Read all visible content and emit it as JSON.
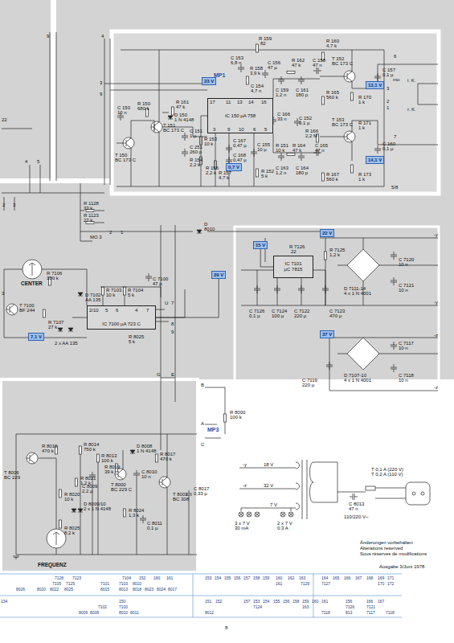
{
  "diagram": {
    "nodes": [
      {
        "text": [
          "23 V"
        ]
      },
      {
        "text": [
          "IC 150 µA 758"
        ]
      },
      {
        "text": [
          "13,1 V"
        ]
      },
      {
        "text": [
          "0,7 V"
        ]
      },
      {
        "text": [
          "14,1 V"
        ]
      },
      {
        "text": [
          "15 V"
        ]
      },
      {
        "text": [
          "22 V"
        ]
      },
      {
        "text": [
          "IC 7101",
          "µC 7815"
        ]
      },
      {
        "text": [
          "29 V"
        ]
      },
      {
        "text": [
          "IC 7100 µA 723 C"
        ]
      },
      {
        "text": [
          "7,1 V"
        ]
      },
      {
        "text": [
          "37 V"
        ]
      }
    ],
    "edges": [
      {
        "from": 5,
        "to": 7,
        "arrow": "none"
      },
      {
        "from": 8,
        "to": 9,
        "arrow": "none"
      }
    ],
    "labels": [
      "9",
      "4",
      "3",
      "9",
      "22",
      "4",
      "5",
      "2",
      "3",
      "6",
      "mo",
      "3",
      "2",
      "1",
      "7",
      "l. K.",
      "r. K.",
      "5/8",
      "R 159",
      "82",
      "R 160",
      "4,7 k",
      "C 153",
      "6,8 n",
      "R 158",
      "3,9 k",
      "C 156",
      "47 µ",
      "R 162",
      "47 k",
      "C 158",
      "47 n",
      "T 152",
      "BC 173 C",
      "C 157",
      "0,1 µ",
      "C 154",
      "4,7 n",
      "C 159",
      "1,2 n",
      "C 161",
      "180 p",
      "R 165",
      "560 k",
      "R 170",
      "1 k",
      "R 150",
      "680 k",
      "R 161",
      "47 k",
      "C 150",
      "10 n",
      "D 150",
      "1 N 4148",
      "T 151",
      "BC 173 C",
      "T 150",
      "BC 173 C",
      "C 151",
      "1 µ",
      "C 251",
      "260 p",
      "R 153",
      "10 k",
      "R 154",
      "2,2 k",
      "C 167",
      "0,47 µ",
      "R 156",
      "2,2 k",
      "C 168",
      "0,47 µ",
      "R 157",
      "4,7 k",
      "C 155",
      "10 µ",
      "R 152",
      "5 k",
      "R 151",
      "10 k",
      "R 164",
      "47 k",
      "C 165",
      "47 n",
      "C 163",
      "1,2 n",
      "C 164",
      "180 p",
      "R 166",
      "2,2 M",
      "T 153",
      "BC 173 C",
      "R 171",
      "1 k",
      "C 160",
      "0,1 µ",
      "R 167",
      "560 k",
      "R 173",
      "1 k",
      "C 166",
      "33 n",
      "C 152",
      "0,1 µ",
      "MP1",
      "17",
      "11",
      "13",
      "14",
      "16",
      "3",
      "9",
      "10",
      "6",
      "5",
      "R 1128",
      "33 k",
      "R 1123",
      "27 k",
      "MO 3",
      "2",
      "1",
      "D",
      "8010",
      "R 7126",
      "22",
      "C 7126",
      "0,1 µ",
      "C 7124",
      "100 µ",
      "C 7122",
      "220 µ",
      "R 7125",
      "1,2 k",
      "C 7123",
      "470 µ",
      "D 7111-14",
      "4 x 1 N 4001",
      "C 7120",
      "10 n",
      "C 7121",
      "10 n",
      "-y",
      "-y",
      "D 7107-10",
      "4 x 1 N 4001",
      "C 7117",
      "10 n",
      "C 7118",
      "10 n",
      "C 7119",
      "220 µ",
      "-z",
      "-z",
      "CENTER",
      "R 7106",
      "100 k",
      "D 7102",
      "AA 135",
      "R 7103",
      "10 k",
      "R 7104",
      "5 k",
      "C 7100",
      "47 p",
      "2/10",
      "5",
      "6",
      "4",
      "7",
      "U",
      "7",
      "8",
      "9",
      "R 8025",
      "5 k",
      "T 7100",
      "BF 244",
      "R 7107",
      "27 k",
      "2 x AA 135",
      "3",
      "G",
      "E",
      "B",
      "A",
      "MP3",
      "C",
      "R 8000",
      "100 k",
      "R 8010",
      "470 k",
      "R 8014",
      "750 k",
      "R 8013",
      "100 k",
      "D 8008",
      "1 N 4148",
      "R 8019",
      "39 k",
      "C 8010",
      "10 n",
      "R 8017",
      "470 k",
      "C 8009",
      "2,2 µ",
      "T 8000",
      "BC 229 C",
      "T 8001",
      "BC 308",
      "C 8017",
      "0,33 µ",
      "R 8024",
      "1,3 k",
      "C 8011",
      "0,1 µ",
      "T 8006",
      "BC 229",
      "R 8020",
      "10 k",
      "R 8021",
      "1,2 k",
      "D 8009/10",
      "2 x 1 N 4148",
      "R 8025",
      "8,2 k",
      "FREQUENZ",
      "-y",
      "18 V",
      "-z",
      "32 V",
      "7 V",
      "3 x 7 V",
      "30 mA",
      "2 x 7 V",
      "0,3 A",
      "T 0,1 A (220 V)",
      "T 0,2 A (110 V)",
      "C 8013",
      "47 n",
      "110/220 V~",
      "Änderungen vorbehalten",
      "Alterations reserved",
      "Sous réserves de modifications",
      "Ausgabe 3/Juni 1978",
      "7128",
      "7123",
      "7104",
      "152",
      "160",
      "161",
      "153",
      "154",
      "155",
      "156",
      "157",
      "158",
      "159",
      "160",
      "162",
      "163",
      "164",
      "165",
      "166",
      "167",
      "168",
      "169",
      "171",
      "7105",
      "7125",
      "7101",
      "7103",
      "8010",
      "161",
      "7129",
      "7127",
      "170",
      "172",
      "8026",
      "8020",
      "8022",
      "8025",
      "8015",
      "8013",
      "8018",
      "8023",
      "8024",
      "8017",
      "134",
      "150",
      "151",
      "152",
      "157",
      "153",
      "154",
      "155",
      "156",
      "158",
      "159",
      "160",
      "161",
      "156",
      "166",
      "167",
      "7102",
      "7100",
      "7124",
      "163",
      "7126",
      "7121",
      "8009",
      "8008",
      "8010",
      "8011",
      "8012",
      "7118",
      "813",
      "7117",
      "7118",
      "8"
    ]
  }
}
